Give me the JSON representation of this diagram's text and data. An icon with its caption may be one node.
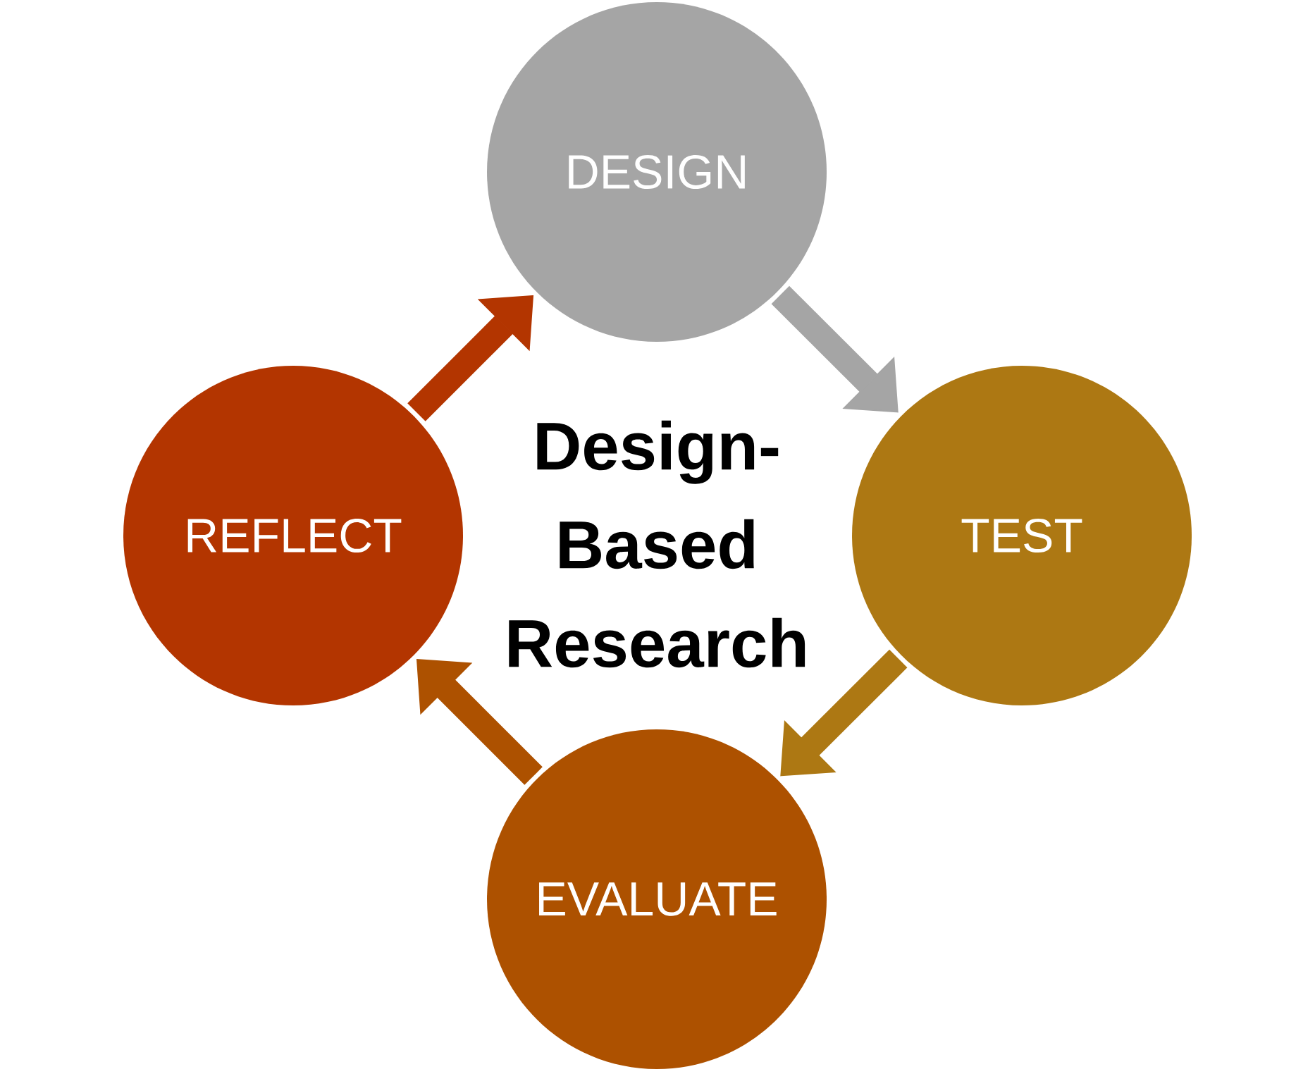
{
  "diagram": {
    "nodes": [
      {
        "text": [
          "DESIGN"
        ]
      },
      {
        "text": [
          "TEST"
        ]
      },
      {
        "text": [
          "EVALUATE"
        ]
      },
      {
        "text": [
          "REFLECT"
        ]
      }
    ],
    "edges": [
      {
        "from": 0,
        "to": 1,
        "arrow": "to",
        "color": "#a5a5a5"
      },
      {
        "from": 1,
        "to": 2,
        "arrow": "to",
        "color": "#ad7813"
      },
      {
        "from": 2,
        "to": 3,
        "arrow": "to",
        "color": "#ad5100"
      },
      {
        "from": 3,
        "to": 0,
        "arrow": "to",
        "color": "#b33500"
      }
    ],
    "labels": [
      "Design- Based Research"
    ]
  }
}
